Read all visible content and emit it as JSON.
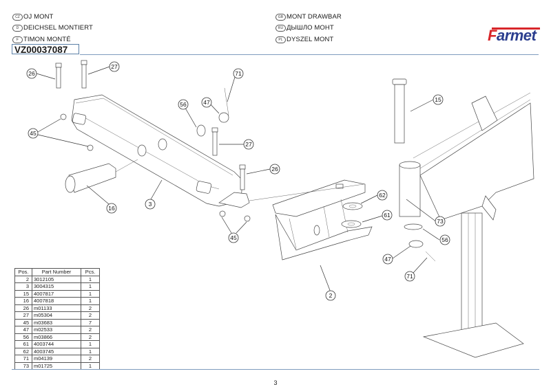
{
  "header": {
    "titles": [
      {
        "lang": "CZ",
        "text": "OJ MONT"
      },
      {
        "lang": "D",
        "text": "DEICHSEL MONTIERT"
      },
      {
        "lang": "F",
        "text": "TIMON MONTÉ"
      },
      {
        "lang": "GB",
        "text": "MONT DRAWBAR"
      },
      {
        "lang": "RU",
        "text": "ДЫШЛО МОНТ"
      },
      {
        "lang": "PL",
        "text": "DYSZEL MONT"
      }
    ],
    "drawing_code": "VZ00037087",
    "logo": {
      "text_first": "F",
      "text_rest": "armet",
      "brand_red": "#d8262a",
      "brand_blue": "#2b3e8f"
    }
  },
  "parts_table": {
    "columns": [
      "Pos.",
      "Part Number",
      "Pcs."
    ],
    "rows": [
      {
        "pos": "2",
        "part_number": "3012105",
        "pcs": "1"
      },
      {
        "pos": "3",
        "part_number": "3004315",
        "pcs": "1"
      },
      {
        "pos": "15",
        "part_number": "4007817",
        "pcs": "1"
      },
      {
        "pos": "16",
        "part_number": "4007818",
        "pcs": "1"
      },
      {
        "pos": "26",
        "part_number": "m01133",
        "pcs": "2"
      },
      {
        "pos": "27",
        "part_number": "m05304",
        "pcs": "2"
      },
      {
        "pos": "45",
        "part_number": "m03683",
        "pcs": "7"
      },
      {
        "pos": "47",
        "part_number": "m02533",
        "pcs": "2"
      },
      {
        "pos": "56",
        "part_number": "m03866",
        "pcs": "2"
      },
      {
        "pos": "61",
        "part_number": "4003744",
        "pcs": "1"
      },
      {
        "pos": "62",
        "part_number": "4003745",
        "pcs": "1"
      },
      {
        "pos": "71",
        "part_number": "m04139",
        "pcs": "2"
      },
      {
        "pos": "73",
        "part_number": "m01725",
        "pcs": "1"
      }
    ]
  },
  "callouts": [
    "26",
    "27",
    "71",
    "56",
    "47",
    "45",
    "27",
    "26",
    "16",
    "3",
    "45",
    "15",
    "62",
    "61",
    "73",
    "56",
    "47",
    "71",
    "2"
  ],
  "footer": {
    "page_number": "3"
  }
}
